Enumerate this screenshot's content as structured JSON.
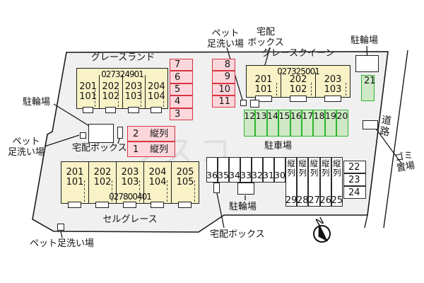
{
  "watermark": "ラスコ",
  "compass": {
    "north_label": "N"
  },
  "road_label": "道路",
  "trash_label_lines": [
    "ゴミ",
    "置場"
  ],
  "parking_lot_label": "駐車場",
  "tandem_label": "縦列",
  "facility_labels": {
    "bicycle": "駐輪場",
    "delivery": "宅配ボックス",
    "delivery_lines": [
      "宅配",
      "ボックス"
    ],
    "pet_wash": "ペット足洗い場",
    "pet_wash_lines": [
      "ペット",
      "足洗い場"
    ]
  },
  "buildings": [
    {
      "name": "グレースランド",
      "code": "027324901",
      "units": [
        [
          "201",
          "101"
        ],
        [
          "202",
          "102"
        ],
        [
          "203",
          "103"
        ],
        [
          "204",
          "104"
        ]
      ]
    },
    {
      "name": "グレースクイーン",
      "code": "027325001",
      "units": [
        [
          "201",
          "101"
        ],
        [
          "202",
          "102"
        ],
        [
          "203",
          "103"
        ]
      ]
    },
    {
      "name": "セルグレース",
      "code": "027800401",
      "units": [
        [
          "201",
          "101"
        ],
        [
          "202",
          "102"
        ],
        [
          "203",
          "103"
        ],
        [
          "204",
          "104"
        ],
        [
          "205",
          "105"
        ]
      ]
    }
  ],
  "parking_groups": {
    "pink_col_a": [
      "7",
      "6",
      "5",
      "4",
      "3"
    ],
    "pink_col_b": [
      "8",
      "9",
      "10",
      "11"
    ],
    "tandem_pink": [
      "2",
      "1"
    ],
    "green_row": [
      "12",
      "13",
      "14",
      "15",
      "16",
      "17",
      "18",
      "19",
      "20"
    ],
    "green_single": [
      "21"
    ],
    "white_row": [
      "36",
      "35",
      "34",
      "33",
      "32",
      "31",
      "30"
    ],
    "tandem_cols": [
      "29",
      "28",
      "27",
      "26",
      "25"
    ],
    "white_col": [
      "22",
      "23",
      "24"
    ]
  }
}
